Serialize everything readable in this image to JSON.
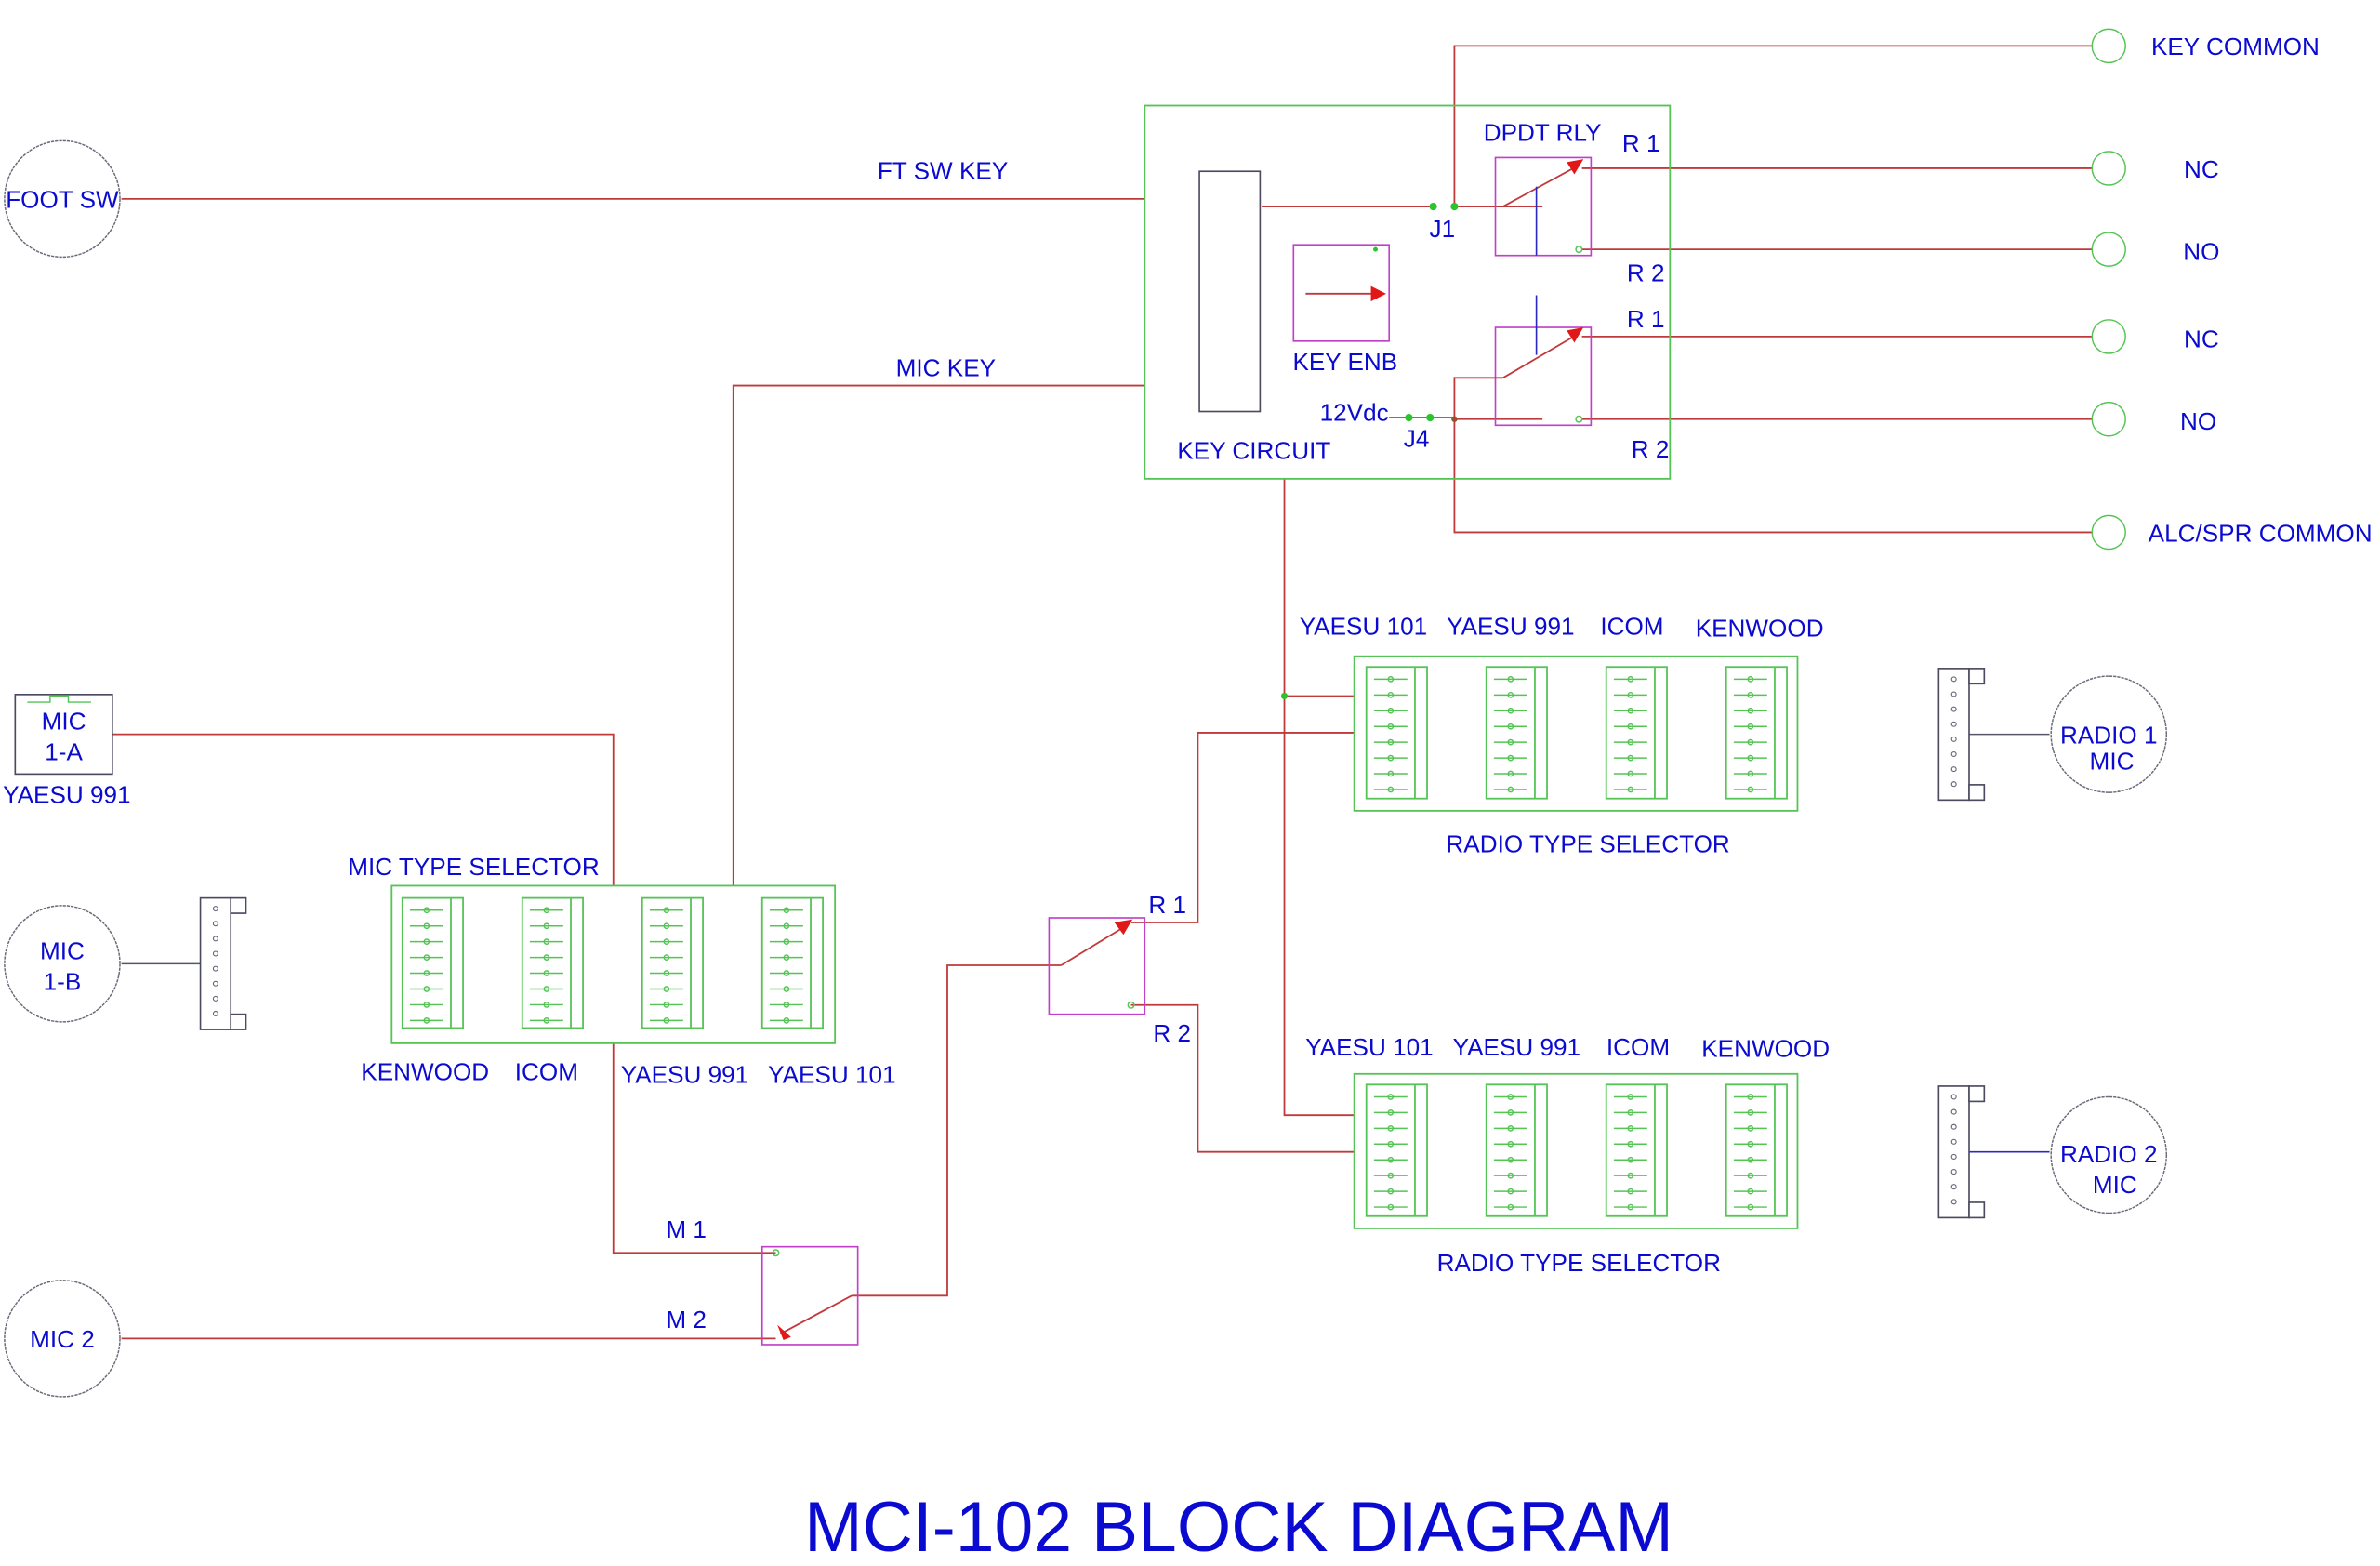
{
  "title": "MCI-102 BLOCK DIAGRAM",
  "colors": {
    "text": "#0a0ad0",
    "wire": "#c0393b",
    "block_outline": "#55c455",
    "switch_outline": "#c040c8",
    "contact_arrow": "#e01818"
  },
  "inputs": {
    "foot_sw": "FOOT SW",
    "mic_1a_line1": "MIC",
    "mic_1a_line2": "1-A",
    "mic_1a_type": "YAESU 991",
    "mic_1b_line1": "MIC",
    "mic_1b_line2": "1-B",
    "mic_2": "MIC 2"
  },
  "signals": {
    "ft_sw_key": "FT SW KEY",
    "mic_key": "MIC KEY"
  },
  "key_circuit": {
    "label": "KEY CIRCUIT",
    "key_enb": "KEY ENB",
    "dpdt_rly": "DPDT RLY",
    "j1": "J1",
    "j4": "J4",
    "supply": "12Vdc",
    "relay_top_r1": "R 1",
    "relay_top_r2": "R 2",
    "relay_bot_r1": "R 1",
    "relay_bot_r2": "R 2"
  },
  "outputs": {
    "key_common": "KEY COMMON",
    "nc_1": "NC",
    "no_1": "NO",
    "nc_2": "NC",
    "no_2": "NO",
    "alc_spr_common": "ALC/SPR COMMON"
  },
  "mic_type_selector": {
    "label": "MIC TYPE SELECTOR",
    "options": [
      "KENWOOD",
      "ICOM",
      "YAESU 991",
      "YAESU 101"
    ]
  },
  "mic_switch": {
    "m1": "M 1",
    "m2": "M 2"
  },
  "radio_switch": {
    "r1": "R 1",
    "r2": "R 2"
  },
  "radio_type_selector_1": {
    "label": "RADIO TYPE SELECTOR",
    "options": [
      "YAESU 101",
      "YAESU 991",
      "ICOM",
      "KENWOOD"
    ]
  },
  "radio_type_selector_2": {
    "label": "RADIO TYPE SELECTOR",
    "options": [
      "YAESU 101",
      "YAESU 991",
      "ICOM",
      "KENWOOD"
    ]
  },
  "radio_outputs": {
    "radio_1_line1": "RADIO 1",
    "radio_1_line2": "MIC",
    "radio_2_line1": "RADIO 2",
    "radio_2_line2": "MIC"
  }
}
